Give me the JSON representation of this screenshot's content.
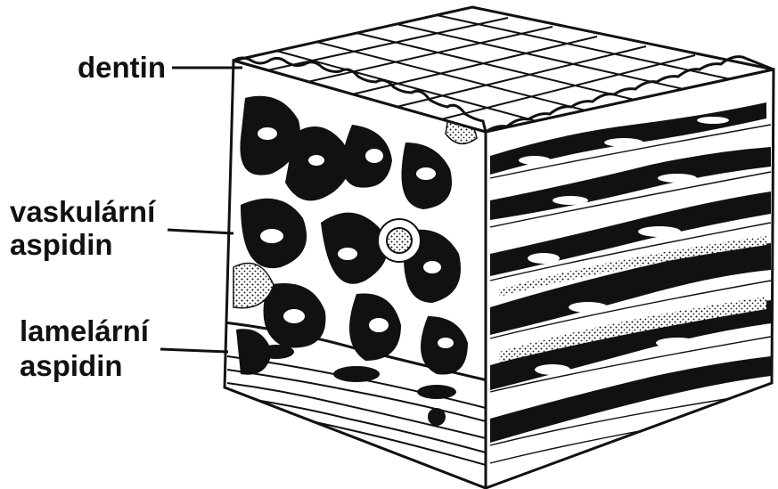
{
  "labels": {
    "dentin": "dentin",
    "vascular_line1": "vaskulární",
    "vascular_line2": "aspidin",
    "lamellar_line1": "lamelární",
    "lamellar_line2": "aspidin"
  },
  "colors": {
    "ink": "#111111",
    "paper": "#ffffff"
  }
}
